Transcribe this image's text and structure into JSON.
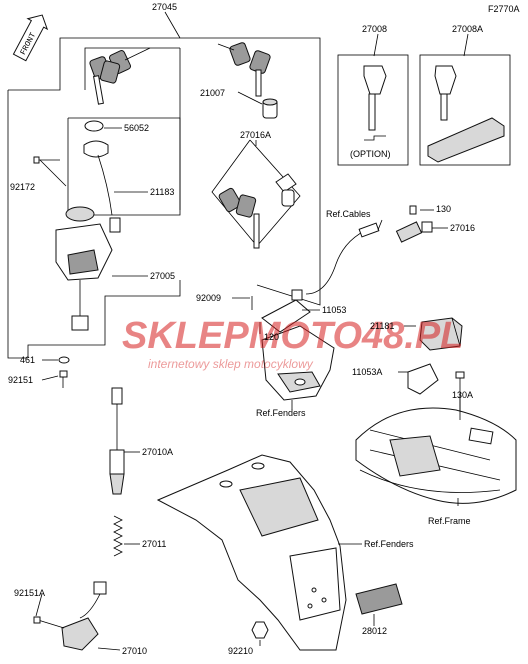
{
  "figure_code": "F2770A",
  "front_badge": "FRONT",
  "option_label": "(OPTION)",
  "watermark": {
    "brand_a": "SKLEP",
    "brand_b": "MOTO",
    "brand_c": "48",
    "brand_d": ".PL",
    "tagline": "internetowy sklep motocyklowy"
  },
  "callouts": {
    "p27045": "27045",
    "p27008": "27008",
    "p27008A": "27008A",
    "p21007": "21007",
    "p56052": "56052",
    "p27016A": "27016A",
    "p92172": "92172",
    "p21183": "21183",
    "ref_cables": "Ref.Cables",
    "p130": "130",
    "p27016": "27016",
    "p27005": "27005",
    "p92009": "92009",
    "p11053": "11053",
    "p120": "120",
    "p21181": "21181",
    "p461": "461",
    "p92151": "92151",
    "p11053A": "11053A",
    "p130A": "130A",
    "ref_fenders_1": "Ref.Fenders",
    "p27010A": "27010A",
    "ref_frame": "Ref.Frame",
    "p27011": "27011",
    "ref_fenders_2": "Ref.Fenders",
    "p92151A": "92151A",
    "p28012": "28012",
    "p92210": "92210",
    "p27010": "27010"
  }
}
